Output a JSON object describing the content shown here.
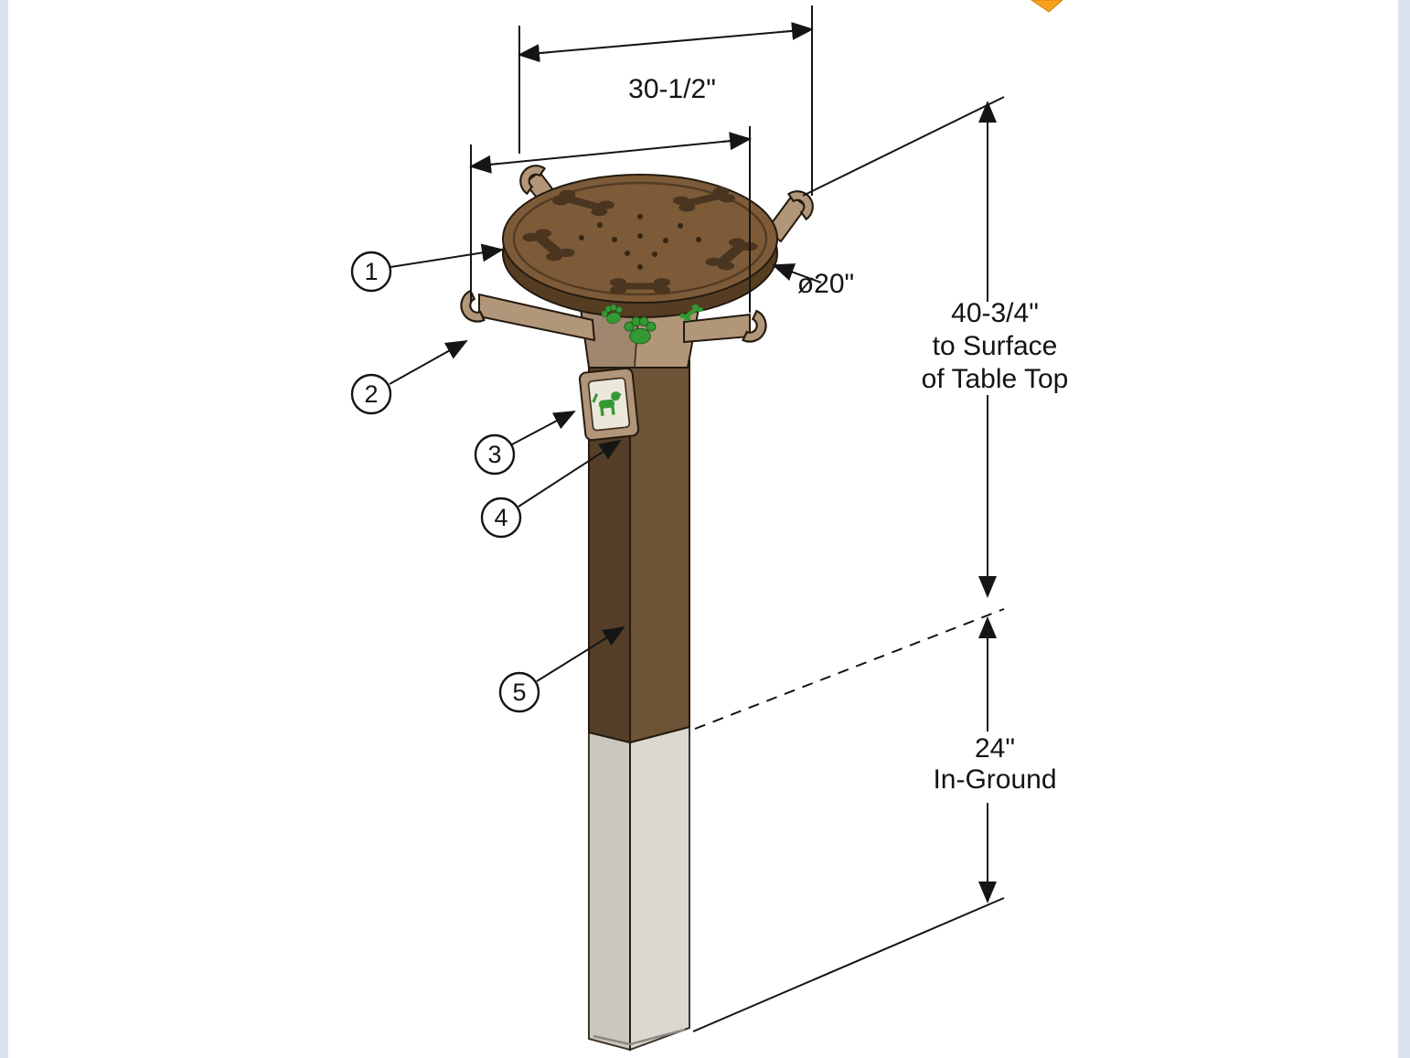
{
  "page": {
    "background": "#ffffff",
    "edge_strip_color": "#d9e2ee",
    "corner_accent_color": "#f5a11d"
  },
  "drawing": {
    "dimensions": {
      "top_width": "30-1/2\"",
      "diameter": "ø20\"",
      "height_value": "40-3/4\"",
      "height_note_line1": "to Surface",
      "height_note_line2": "of Table Top",
      "inground_value": "24\"",
      "inground_note": "In-Ground"
    },
    "callouts": [
      {
        "num": "1"
      },
      {
        "num": "2"
      },
      {
        "num": "3"
      },
      {
        "num": "4"
      },
      {
        "num": "5"
      }
    ],
    "colors": {
      "table_top": "#7d5b39",
      "table_edge": "#563d22",
      "bone_cutout": "#4a3520",
      "bracket_tan": "#b2967a",
      "post_dark": "#543e28",
      "post_light": "#6d5437",
      "ground_dark": "#c4c0b7",
      "ground_light": "#d7d3ca",
      "accent_green": "#339a33",
      "plaque_face": "#ece7db",
      "line": "#151515"
    }
  }
}
